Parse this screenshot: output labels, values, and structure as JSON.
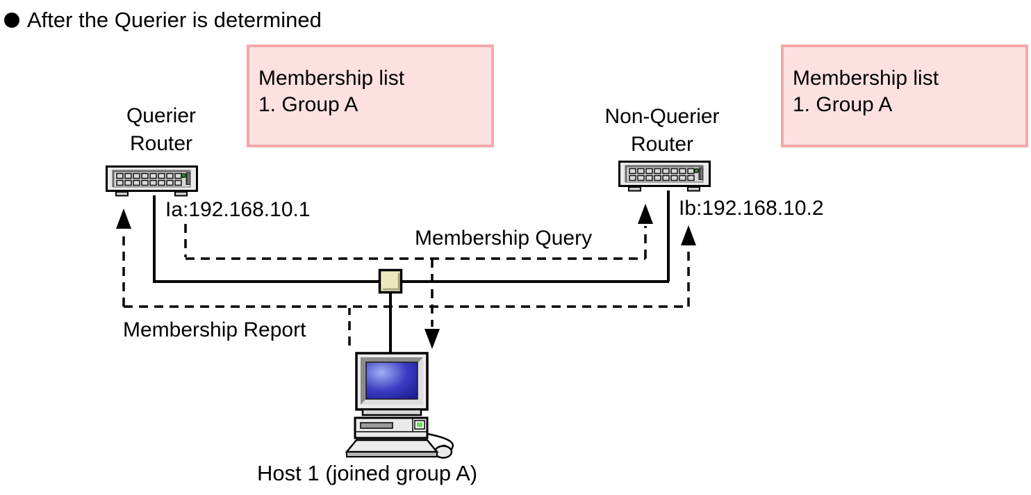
{
  "title": {
    "text": "After the Querier is determined"
  },
  "notes": {
    "left": {
      "line1": "Membership list",
      "line2": "1. Group A"
    },
    "right": {
      "line1": "Membership list",
      "line2": "1. Group A"
    }
  },
  "routers": {
    "querier": {
      "name_line1": "Querier",
      "name_line2": "Router",
      "interface_label": "Ia:192.168.10.1"
    },
    "non_querier": {
      "name_line1": "Non-Querier",
      "name_line2": "Router",
      "interface_label": "Ib:192.168.10.2"
    }
  },
  "flows": {
    "query_label": "Membership Query",
    "report_label": "Membership Report"
  },
  "host": {
    "label": "Host 1 (joined group A)"
  },
  "colors": {
    "note_fill": "#fde1e1",
    "note_border": "#f3a8a8",
    "hub_fill": "#ece9c0",
    "screen_blue": "#2d2db4",
    "led_green": "#2f8f2f",
    "power_button_green": "#66dd55",
    "line_black": "#000000"
  }
}
